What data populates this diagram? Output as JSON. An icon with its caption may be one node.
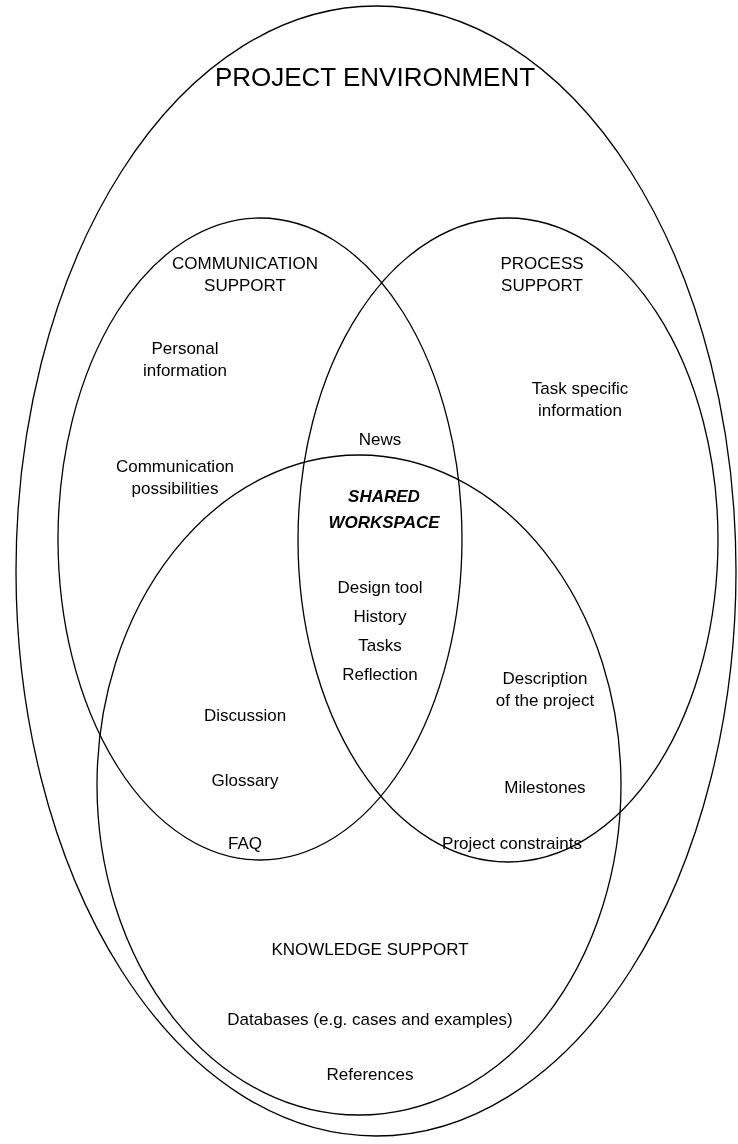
{
  "diagram": {
    "nodes": [
      {
        "text": [
          "PROJECT ENVIRONMENT"
        ]
      },
      {
        "text": [
          "COMMUNICATION SUPPORT",
          "Personal information",
          "Communication possibilities"
        ],
        "in": 0
      },
      {
        "text": [
          "PROCESS SUPPORT",
          "Task specific information"
        ],
        "in": 0
      },
      {
        "text": [
          "KNOWLEDGE SUPPORT",
          "Databases (e.g. cases and examples)",
          "References"
        ],
        "in": 0
      }
    ],
    "labels": [
      "News",
      "SHARED WORKSPACE",
      "Design tool",
      "History",
      "Tasks",
      "Reflection",
      "Description of the project",
      "Discussion",
      "Glossary",
      "Milestones",
      "FAQ",
      "Project constraints"
    ]
  }
}
